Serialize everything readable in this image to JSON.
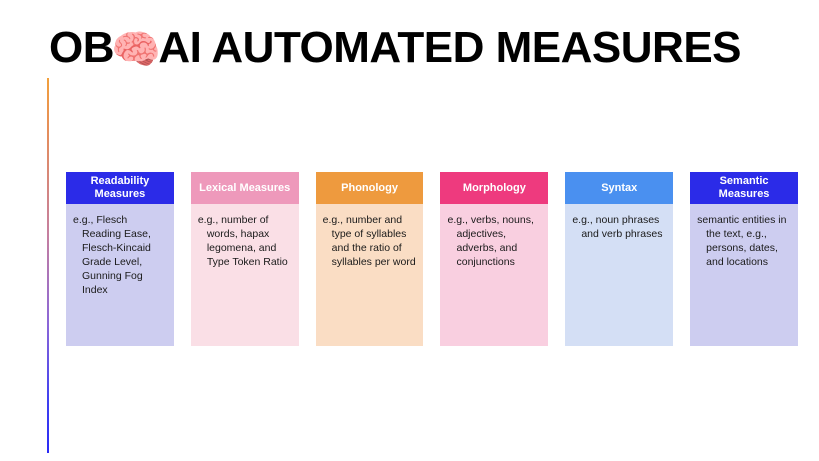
{
  "slide": {
    "title_prefix": "OB",
    "title_emoji": "🧠",
    "title_suffix": "AI AUTOMATED MEASURES",
    "background_color": "#ffffff",
    "accent_rule": {
      "top_color": "#F2A03C",
      "bottom_color": "#2B2BF5"
    }
  },
  "cards": [
    {
      "title": "Readability Measures",
      "body": "e.g., Flesch Reading Ease, Flesch-Kincaid Grade Level, Gunning Fog Index",
      "header_color": "#2B2BE8",
      "body_color": "#CDCDF0"
    },
    {
      "title": "Lexical Measures",
      "body": "e.g., number of words, hapax legomena, and Type Token Ratio",
      "header_color": "#EE99BB",
      "body_color": "#FADFE6"
    },
    {
      "title": "Phonology",
      "body": "e.g., number and type of syllables and the ratio of syllables per word",
      "header_color": "#EE9A3E",
      "body_color": "#FADDC4"
    },
    {
      "title": "Morphology",
      "body": "e.g., verbs, nouns, adjectives, adverbs, and conjunctions",
      "header_color": "#EE3A7E",
      "body_color": "#F9CFE0"
    },
    {
      "title": "Syntax",
      "body": "e.g., noun phrases and verb phrases",
      "header_color": "#4A90F0",
      "body_color": "#D4DFF5"
    },
    {
      "title": "Semantic Measures",
      "body": "semantic entities in the text, e.g., persons, dates, and locations",
      "header_color": "#2B2BE8",
      "body_color": "#CDCDF0"
    }
  ]
}
